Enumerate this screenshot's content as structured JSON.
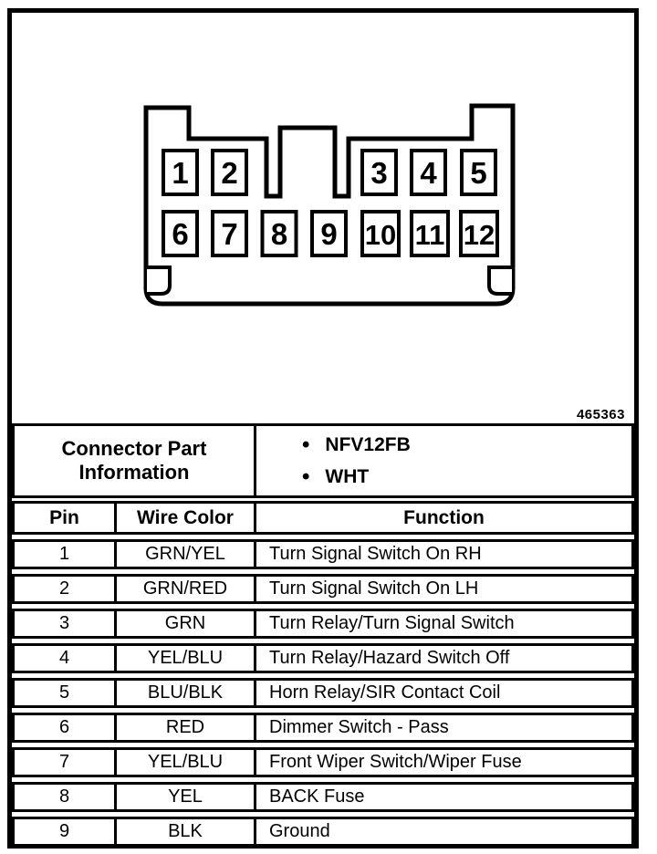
{
  "page": {
    "paper_color": "#ffffff",
    "ink_color": "#000000"
  },
  "figure": {
    "figure_number": "465363",
    "connector": {
      "top_row_pins": [
        "1",
        "2",
        "3",
        "4",
        "5"
      ],
      "bottom_row_pins": [
        "6",
        "7",
        "8",
        "9",
        "10",
        "11",
        "12"
      ]
    }
  },
  "info": {
    "label": "Connector Part Information",
    "bullet": "•",
    "items": [
      "NFV12FB",
      "WHT"
    ]
  },
  "table": {
    "headers": {
      "pin": "Pin",
      "wire_color": "Wire Color",
      "function": "Function"
    },
    "rows": [
      {
        "pin": "1",
        "wire_color": "GRN/YEL",
        "function": "Turn Signal Switch On RH"
      },
      {
        "pin": "2",
        "wire_color": "GRN/RED",
        "function": "Turn Signal Switch On LH"
      },
      {
        "pin": "3",
        "wire_color": "GRN",
        "function": "Turn Relay/Turn Signal Switch"
      },
      {
        "pin": "4",
        "wire_color": "YEL/BLU",
        "function": "Turn Relay/Hazard Switch Off"
      },
      {
        "pin": "5",
        "wire_color": "BLU/BLK",
        "function": "Horn Relay/SIR Contact Coil"
      },
      {
        "pin": "6",
        "wire_color": "RED",
        "function": "Dimmer Switch - Pass"
      },
      {
        "pin": "7",
        "wire_color": "YEL/BLU",
        "function": "Front Wiper Switch/Wiper Fuse"
      },
      {
        "pin": "8",
        "wire_color": "YEL",
        "function": "BACK Fuse"
      },
      {
        "pin": "9",
        "wire_color": "BLK",
        "function": "Ground"
      }
    ]
  }
}
